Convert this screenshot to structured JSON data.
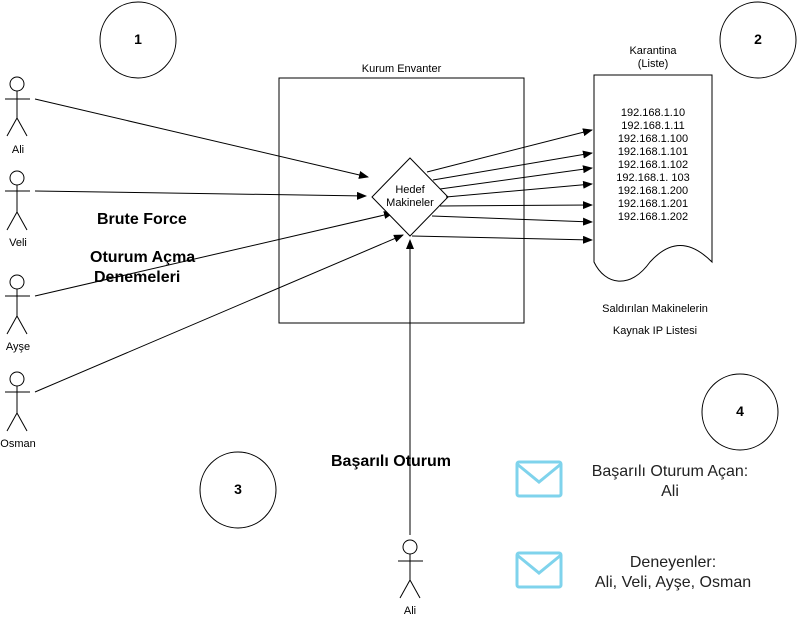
{
  "steps": [
    "1",
    "2",
    "3",
    "4"
  ],
  "actors": [
    {
      "name": "Ali"
    },
    {
      "name": "Veli"
    },
    {
      "name": "Ayşe"
    },
    {
      "name": "Osman"
    }
  ],
  "bottom_actor": {
    "name": "Ali"
  },
  "inventory": {
    "title": "Kurum Envanter"
  },
  "target": {
    "label_line1": "Hedef",
    "label_line2": "Makineler"
  },
  "quarantine": {
    "title_line1": "Karantina",
    "title_line2": "(Liste)"
  },
  "ip_list": [
    "192.168.1.10",
    "192.168.1.11",
    "192.168.1.100",
    "192.168.1.101",
    "192.168.1.102",
    "192.168.1. 103",
    "192.168.1.200",
    "192.168.1.201",
    "192.168.1.202"
  ],
  "list_caption": {
    "line1": "Saldırılan Makinelerin",
    "line2": "Kaynak IP Listesi"
  },
  "brute_force": {
    "line1": "Brute Force",
    "line2": "Oturum Açma",
    "line3": "Denemeleri"
  },
  "success_label": "Başarılı Oturum",
  "legend": [
    {
      "line1": "Başarılı Oturum Açan:",
      "line2": "Ali",
      "icon": "envelope-icon"
    },
    {
      "line1": "Deneyenler:",
      "line2": "Ali, Veli, Ayşe, Osman",
      "icon": "envelope-icon"
    }
  ],
  "colors": {
    "stroke": "#000000",
    "envelope": "#7fd3ec"
  }
}
